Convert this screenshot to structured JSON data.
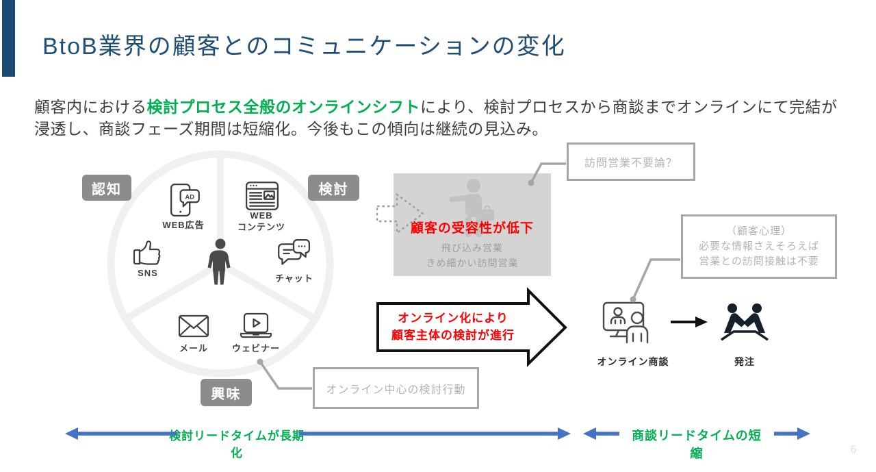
{
  "slide": {
    "title": "BtoB業界の顧客とのコミュニケーションの変化",
    "page_number": "6",
    "lead": {
      "pre": "顧客内における",
      "highlight": "検討プロセス全般のオンラインシフト",
      "post": "により、検討プロセスから商談までオンラインにて完結が浸透し、商談フェーズ期間は短縮化。今後もこの傾向は継続の見込み。"
    }
  },
  "funnel": {
    "stages": {
      "awareness": "認知",
      "consideration": "検討",
      "interest": "興味"
    },
    "channels": {
      "web_ad": "WEB広告",
      "ad_bubble": "AD",
      "web_content_line1": "WEB",
      "web_content_line2": "コンテンツ",
      "sns": "SNS",
      "chat": "チャット",
      "mail": "メール",
      "webinar": "ウェビナー"
    }
  },
  "declining_box": {
    "headline": "顧客の受容性が低下",
    "item1": "飛び込み営業",
    "item2": "きめ細かい訪問営業"
  },
  "callouts": {
    "no_visit": "訪問営業不要論？",
    "psych_line1": "（顧客心理）",
    "psych_line2": "必要な情報さえそろえば",
    "psych_line3": "営業との訪問接触は不要",
    "online_behavior": "オンライン中心の検討行動"
  },
  "big_arrow": {
    "line1": "オンライン化により",
    "line2": "顧客主体の検討が進行"
  },
  "outcome": {
    "online_meeting": "オンライン商談",
    "order": "発注"
  },
  "timelines": {
    "consideration": "検討リードタイムが長期化",
    "negotiation": "商談リードタイムの短縮"
  },
  "colors": {
    "title_blue": "#1f4e79",
    "accent_bar_blue": "#1b4a72",
    "highlight_green": "#00b050",
    "alert_red": "#ff0000",
    "arrow_blue": "#4472c4",
    "badge_gray": "#8c8c8c",
    "callout_border_gray": "#a6a6a6",
    "declining_box_gray": "#d4d4d4"
  }
}
